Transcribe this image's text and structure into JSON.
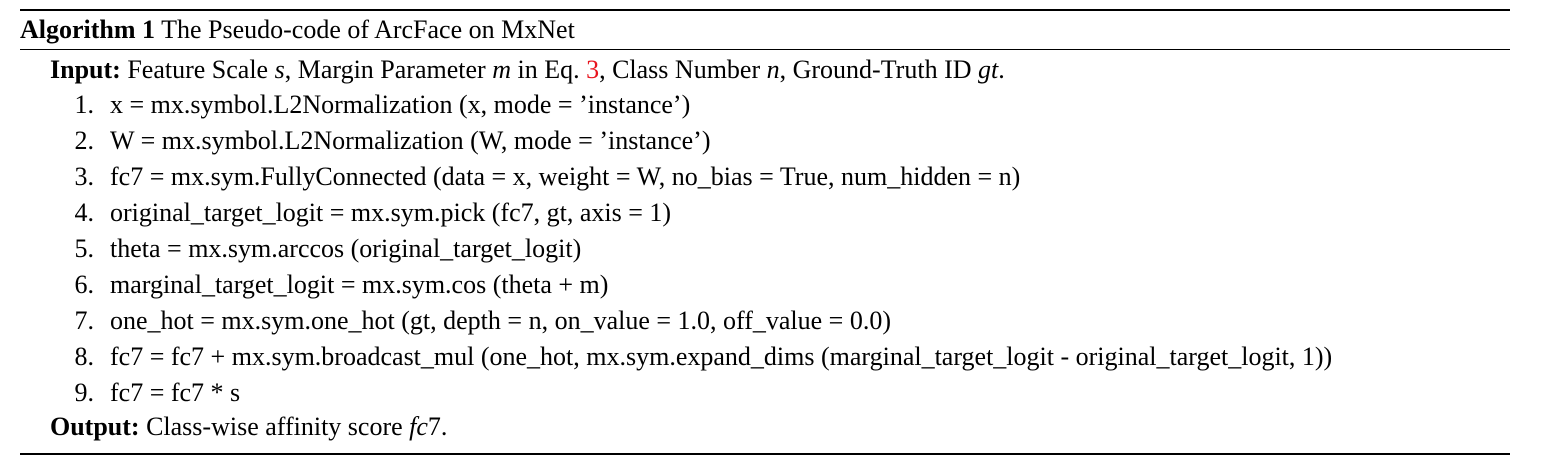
{
  "algorithm": {
    "label": "Algorithm 1",
    "title": "The Pseudo-code of ArcFace on MxNet",
    "input": {
      "keyword": "Input:",
      "parts": [
        {
          "text": " Feature Scale ",
          "kind": "text"
        },
        {
          "text": "s",
          "kind": "math"
        },
        {
          "text": ", Margin Parameter ",
          "kind": "text"
        },
        {
          "text": "m",
          "kind": "math"
        },
        {
          "text": " in Eq. ",
          "kind": "text"
        },
        {
          "text": "3",
          "kind": "ref"
        },
        {
          "text": ", Class Number ",
          "kind": "text"
        },
        {
          "text": "n",
          "kind": "math"
        },
        {
          "text": ", Ground-Truth ID ",
          "kind": "text"
        },
        {
          "text": "gt",
          "kind": "math"
        },
        {
          "text": ".",
          "kind": "text"
        }
      ]
    },
    "steps": [
      {
        "num": "1.",
        "code": "x = mx.symbol.L2Normalization (x, mode = ’instance’)"
      },
      {
        "num": "2.",
        "code": "W = mx.symbol.L2Normalization (W, mode = ’instance’)"
      },
      {
        "num": "3.",
        "code": "fc7 = mx.sym.FullyConnected (data = x, weight = W, no_bias = True, num_hidden = n)"
      },
      {
        "num": "4.",
        "code": "original_target_logit = mx.sym.pick (fc7, gt, axis = 1)"
      },
      {
        "num": "5.",
        "code": "theta = mx.sym.arccos (original_target_logit)"
      },
      {
        "num": "6.",
        "code": "marginal_target_logit = mx.sym.cos (theta + m)"
      },
      {
        "num": "7.",
        "code": "one_hot = mx.sym.one_hot (gt, depth = n, on_value = 1.0, off_value = 0.0)"
      },
      {
        "num": "8.",
        "code": "fc7 = fc7 + mx.sym.broadcast_mul (one_hot, mx.sym.expand_dims (marginal_target_logit - original_target_logit, 1))"
      },
      {
        "num": "9.",
        "code": "fc7 = fc7 * s"
      }
    ],
    "output": {
      "keyword": "Output:",
      "parts": [
        {
          "text": " Class-wise affinity score ",
          "kind": "text"
        },
        {
          "text": "fc",
          "kind": "math"
        },
        {
          "text": "7.",
          "kind": "text"
        }
      ]
    },
    "colors": {
      "text": "#000000",
      "reference": "#e8141e",
      "rule": "#000000",
      "background": "#ffffff"
    }
  }
}
